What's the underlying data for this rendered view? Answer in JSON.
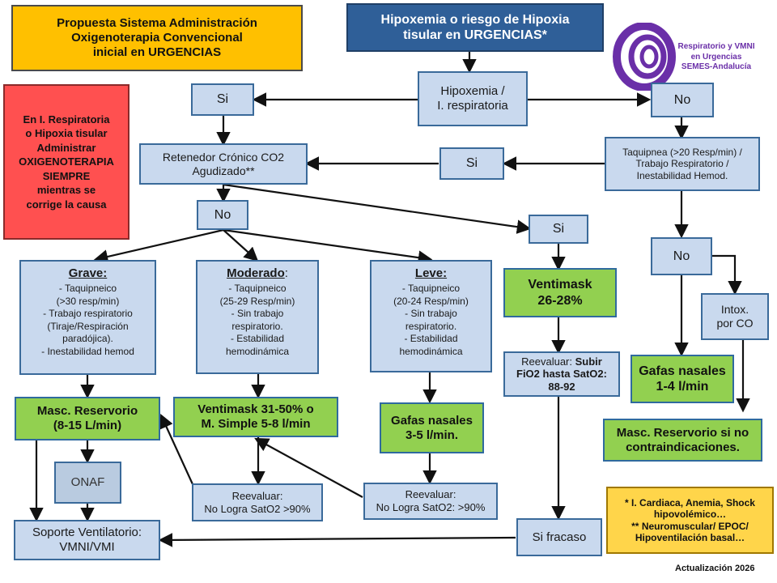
{
  "title_box": {
    "line1": "Propuesta Sistema Administración",
    "line2": "Oxigenoterapia Convencional",
    "line3": "inicial en URGENCIAS"
  },
  "header_box": {
    "line1": "Hipoxemia o riesgo de Hipoxia",
    "line2": "tisular  en URGENCIAS*"
  },
  "logo": {
    "line1": "Respiratorio y VMNI",
    "line2": "en Urgencias",
    "line3": "SEMES-Andalucía",
    "color": "#6a2fa8"
  },
  "red_box": {
    "lines": [
      "En I. Respiratoria",
      "o Hipoxia tisular",
      "Administrar",
      "OXIGENOTERAPIA",
      "SIEMPRE",
      "mientras se",
      "corrige la causa"
    ]
  },
  "nodes": {
    "hipoxemia": {
      "line1": "Hipoxemia /",
      "line2": "I. respiratoria"
    },
    "si_top": "Si",
    "no_top": "No",
    "retenedor": {
      "line1": "Retenedor Crónico CO2",
      "line2": "Agudizado**"
    },
    "si_mid": "Si",
    "taquipnea": {
      "line1": "Taquipnea (>20 Resp/min)  /",
      "line2": "Trabajo Respiratorio /",
      "line3": "Inestabilidad Hemod."
    },
    "no_mid": "No",
    "si_right": "Si",
    "no_right": "No",
    "intox": {
      "line1": "Intox.",
      "line2": "por CO"
    },
    "grave": {
      "title": "Grave:",
      "items": [
        "-   Taquipneico",
        "(>30 resp/min)",
        "-   Trabajo respiratorio",
        "(Tiraje/Respiración",
        "paradójica).",
        "-   Inestabilidad hemod"
      ]
    },
    "moderado": {
      "title": "Moderado",
      "title_suffix": ":",
      "items": [
        "-   Taquipneico",
        "(25-29 Resp/min)",
        "-   Sin trabajo",
        "respiratorio.",
        "-   Estabilidad",
        "hemodinámica"
      ]
    },
    "leve": {
      "title": "Leve:",
      "items": [
        "-   Taquipneico",
        "(20-24 Resp/min)",
        "-   Sin trabajo",
        "respiratorio.",
        "-   Estabilidad",
        "hemodinámica"
      ]
    },
    "ventimask_26": {
      "line1": "Ventimask",
      "line2": "26-28%"
    },
    "reevaluar_fio2": {
      "label": "Reevaluar:",
      "bold": "Subir",
      "line2": "FiO2 hasta SatO2:",
      "line3": "88-92"
    },
    "gafas_1_4": {
      "line1": "Gafas nasales",
      "line2": "1-4 l/min"
    },
    "masc_reservorio_no": {
      "line1": "Masc. Reservorio si no",
      "line2": "contraindicaciones."
    },
    "masc_reservorio": {
      "line1": "Masc. Reservorio",
      "line2": "(8-15 L/min)"
    },
    "ventimask_31": {
      "line1": "Ventimask 31-50% o",
      "line2": "M. Simple 5-8 l/min"
    },
    "gafas_3_5": {
      "line1": "Gafas nasales",
      "line2": "3-5 l/min."
    },
    "onaf": "ONAF",
    "reevaluar_mod": {
      "line1": "Reevaluar:",
      "line2": "No Logra SatO2 >90%"
    },
    "reevaluar_leve": {
      "line1": "Reevaluar:",
      "line2": "No Logra SatO2: >90%"
    },
    "soporte": {
      "line1": "Soporte Ventilatorio:",
      "line2": "VMNI/VMI"
    },
    "si_fracaso": "Si fracaso"
  },
  "notes": {
    "line1": "* I. Cardiaca, Anemia, Shock",
    "line2": "hipovolémico…",
    "line3": "** Neuromuscular/ EPOC/",
    "line4": "Hipoventilación basal…"
  },
  "footer": "Actualización 2026",
  "colors": {
    "box_blue": "#c9d9ee",
    "box_green": "#92d050",
    "header_dark": "#2f5f98",
    "title_orange": "#ffc000",
    "alert_red": "#ff5050",
    "note_yellow": "#ffd54a",
    "border": "#3a6a9a"
  }
}
